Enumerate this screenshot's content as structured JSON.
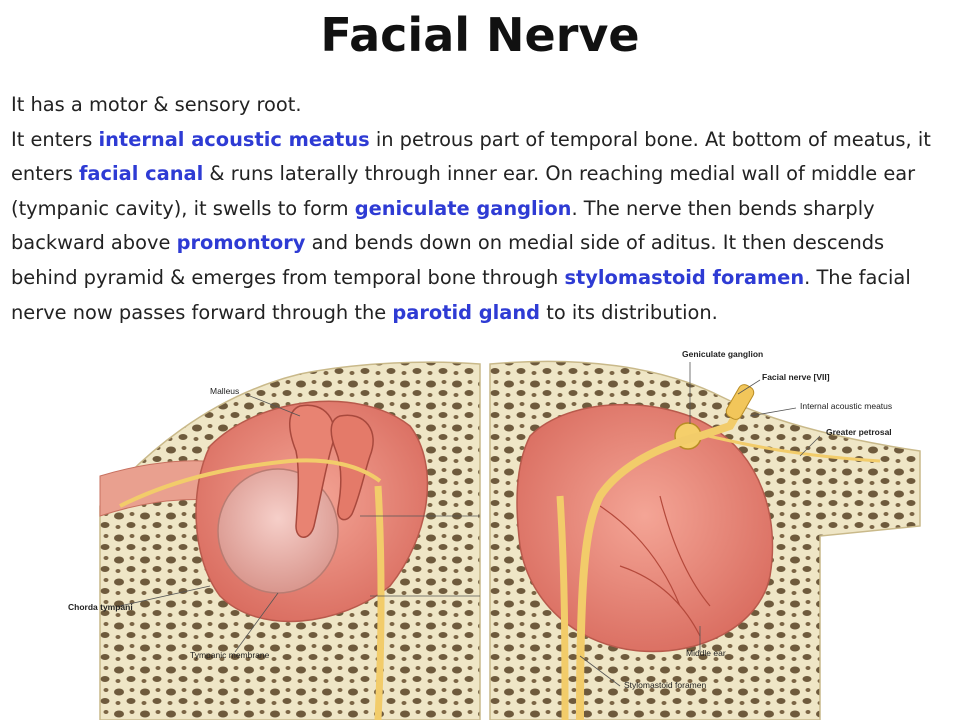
{
  "title": "Facial Nerve",
  "paragraph": {
    "line1": "It has a motor & sensory root.",
    "s1": "It enters ",
    "h1": "internal acoustic meatus",
    "s2": " in petrous part of temporal bone. At bottom of meatus, it enters ",
    "h2": "facial canal",
    "s3": " & runs laterally through inner ear. On reaching medial wall of middle ear (tympanic cavity), it swells to form ",
    "h3": "geniculate ganglion",
    "s4": ". The nerve then bends sharply backward above ",
    "h4": "promontory",
    "s5": " and bends down on medial side of aditus. It then descends behind pyramid & emerges from temporal bone through ",
    "h5": "stylomastoid foramen",
    "s6": ". The facial nerve now passes forward through the ",
    "h6": "parotid gland",
    "s7": " to its distribution."
  },
  "figure_labels": {
    "malleus": "Malleus",
    "chorda_tympani": "Chorda tympani",
    "tympanic_membrane": "Tympanic membrane",
    "geniculate_ganglion": "Geniculate ganglion",
    "facial_nerve": "Facial nerve [VII]",
    "internal_acoustic_meatus": "Internal acoustic meatus",
    "greater_petrosal": "Greater petrosal",
    "middle_ear": "Middle ear",
    "stylomastoid_foramen": "Stylomastoid foramen"
  },
  "colors": {
    "highlight": "#2e3bd4",
    "bone": "#efe6c6",
    "bone_hole": "#6e5a3c",
    "tissue": "#e98b7c",
    "membrane": "#e9b6b0",
    "nerve": "#f2cc6a"
  }
}
